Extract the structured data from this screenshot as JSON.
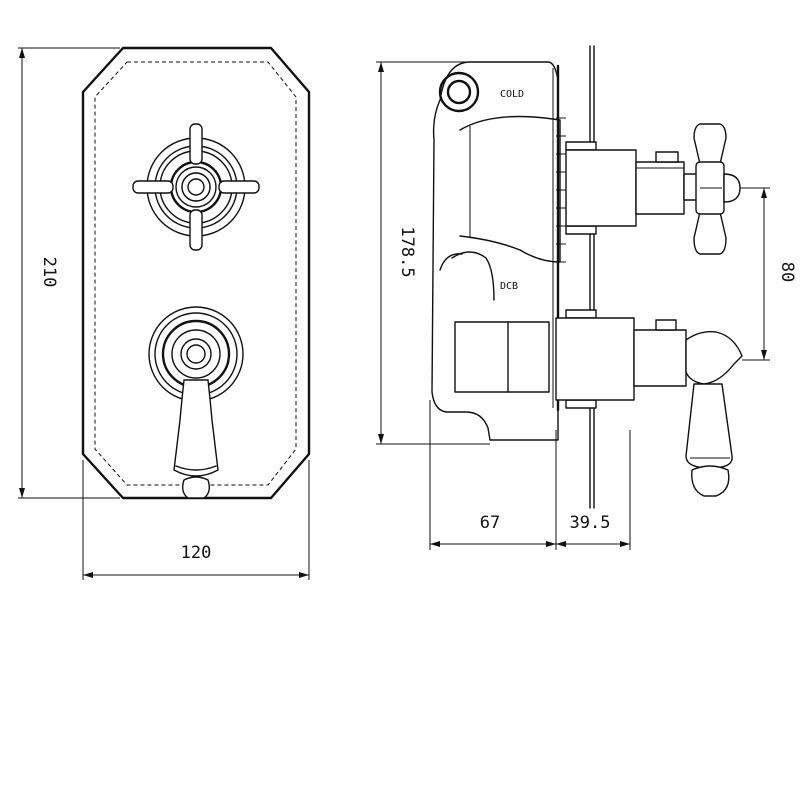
{
  "dimensions": {
    "height": "210",
    "width": "120",
    "body_height": "178.5",
    "depth_body": "67",
    "depth_plate": "39.5",
    "handle_spacing": "80"
  },
  "ports": {
    "cold": "COLD",
    "outlet": "DCB"
  }
}
